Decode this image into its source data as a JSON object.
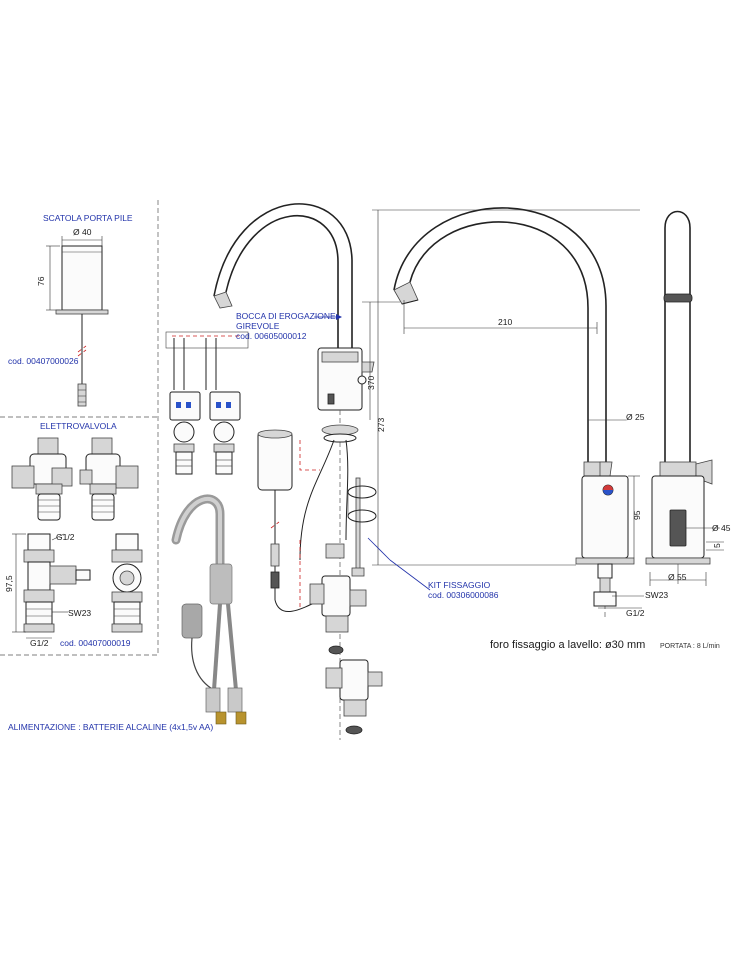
{
  "battery_box": {
    "title": "SCATOLA PORTA PILE",
    "dia": "Ø 40",
    "height": "76",
    "code": "cod. 00407000026"
  },
  "solenoid": {
    "title": "ELETTROVALVOLA",
    "thread_top": "G1/2",
    "height": "97,5",
    "wrench": "SW23",
    "thread_bottom": "G1/2",
    "code": "cod. 00407000019"
  },
  "spout": {
    "title_line1": "BOCCA DI EROGAZIONE",
    "title_line2": "GIREVOLE",
    "code": "cod. 00605000012"
  },
  "fixing_kit": {
    "title": "KIT FISSAGGIO",
    "code": "cod. 00306000086"
  },
  "dimensions": {
    "total_height": "273",
    "upper_height": "370",
    "reach": "210",
    "pipe_dia": "Ø 25",
    "body_height": "95",
    "body_dia": "Ø 45",
    "sensor_offset": "5",
    "base_dia": "Ø 55",
    "nut_wrench": "SW23",
    "nut_thread": "G1/2"
  },
  "notes": {
    "hole": "foro fissaggio a lavello: ø30 mm",
    "flow": "PORTATA : 8 L/min",
    "power": "ALIMENTAZIONE : BATTERIE ALCALINE (4x1,5v AA)"
  },
  "colors": {
    "label_blue": "#2233aa",
    "leader_red": "#cc2222",
    "hot": "#d23a3a",
    "cold": "#2a52c9"
  }
}
